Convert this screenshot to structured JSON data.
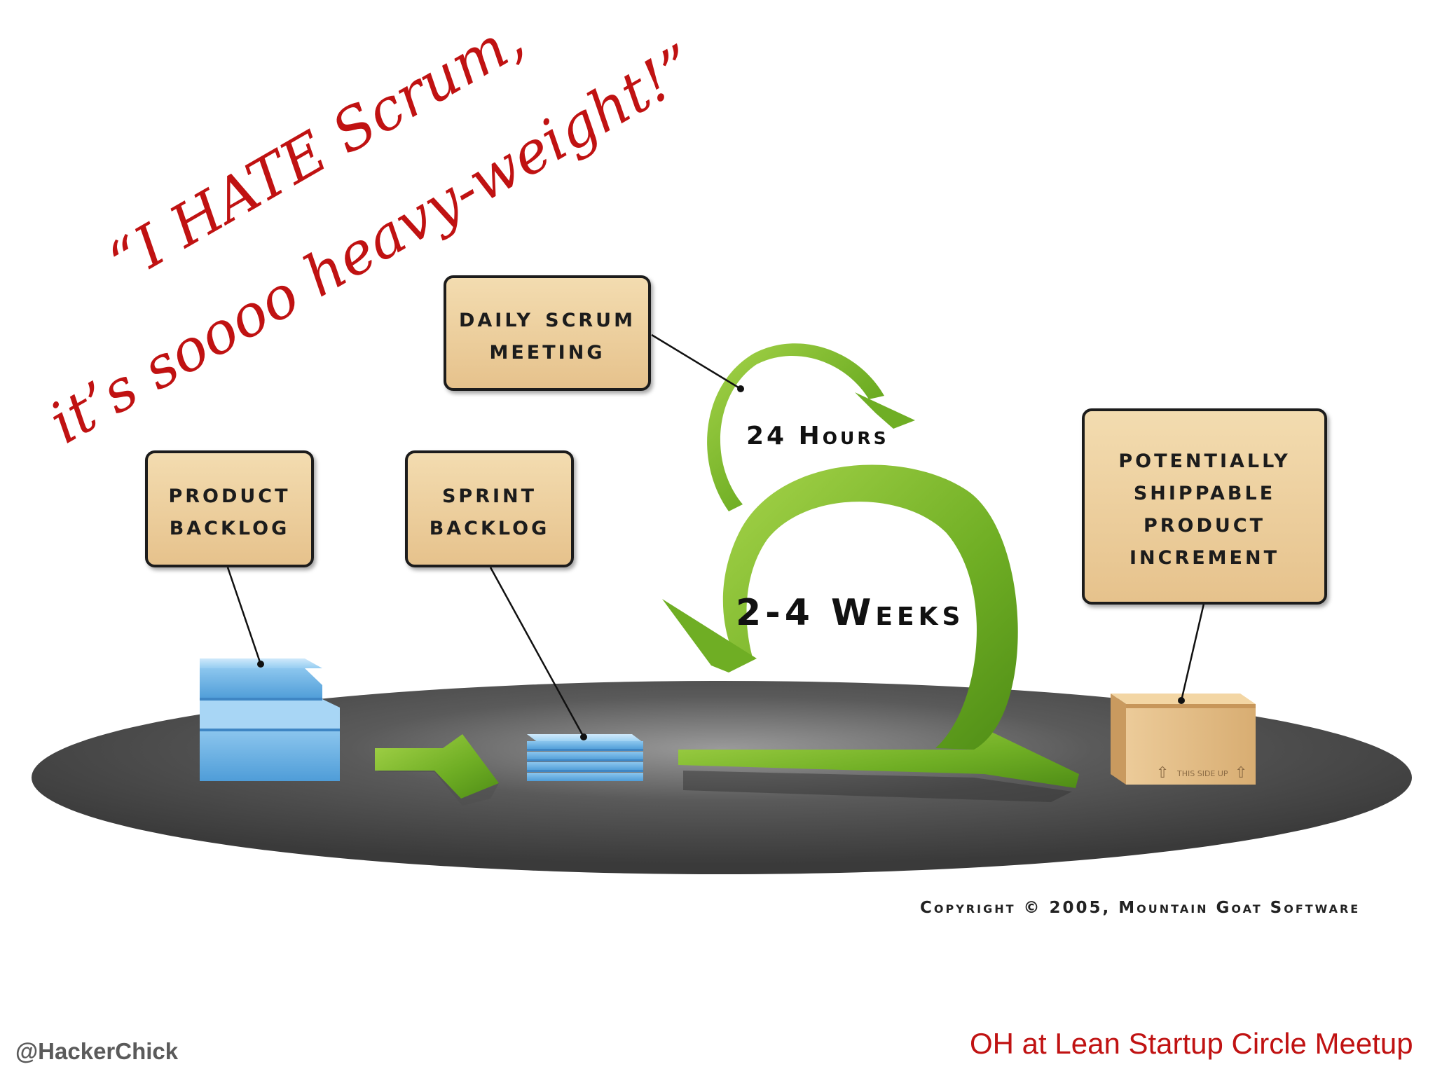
{
  "quote": {
    "line1": "“I HATE Scrum,",
    "line2": "it’s soooo heavy-weight!”"
  },
  "boxes": {
    "daily_scrum": [
      "Daily Scrum",
      "Meeting"
    ],
    "product_backlog": [
      "Product",
      "Backlog"
    ],
    "sprint_backlog": [
      "Sprint",
      "Backlog"
    ],
    "increment": [
      "Potentially",
      "Shippable",
      "Product",
      "Increment"
    ]
  },
  "cycle": {
    "daily": "24 Hours",
    "sprint": "2-4 Weeks"
  },
  "package_text": "THIS SIDE UP",
  "copyright": "Copyright © 2005, Mountain Goat Software",
  "footer": {
    "handle": "@HackerChick",
    "caption": "OH at Lean Startup Circle Meetup"
  },
  "colors": {
    "quote": "#c01212",
    "box_fill": "#e6c28c",
    "arrow_green": "#7cb32c",
    "backlog_blue": "#7fbde8",
    "platform": "#4a4a4a"
  }
}
